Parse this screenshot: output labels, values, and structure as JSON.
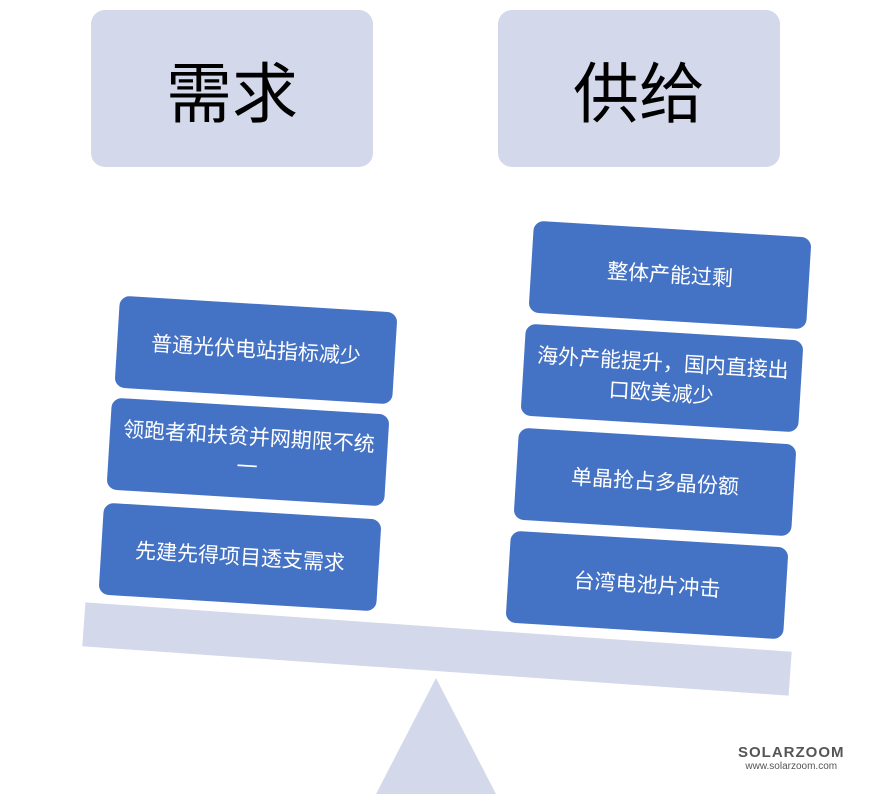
{
  "headers": {
    "demand": "需求",
    "supply": "供给"
  },
  "demand_items": [
    "普通光伏电站指标减少",
    "领跑者和扶贫并网期限不统一",
    "先建先得项目透支需求"
  ],
  "supply_items": [
    "整体产能过剩",
    "海外产能提升，国内直接出口欧美减少",
    "单晶抢占多晶份额",
    "台湾电池片冲击"
  ],
  "logo": {
    "name": "SOLARZOOM",
    "url": "www.solarzoom.com"
  },
  "colors": {
    "box": "#4472c4",
    "header": "#d3d8ea"
  }
}
